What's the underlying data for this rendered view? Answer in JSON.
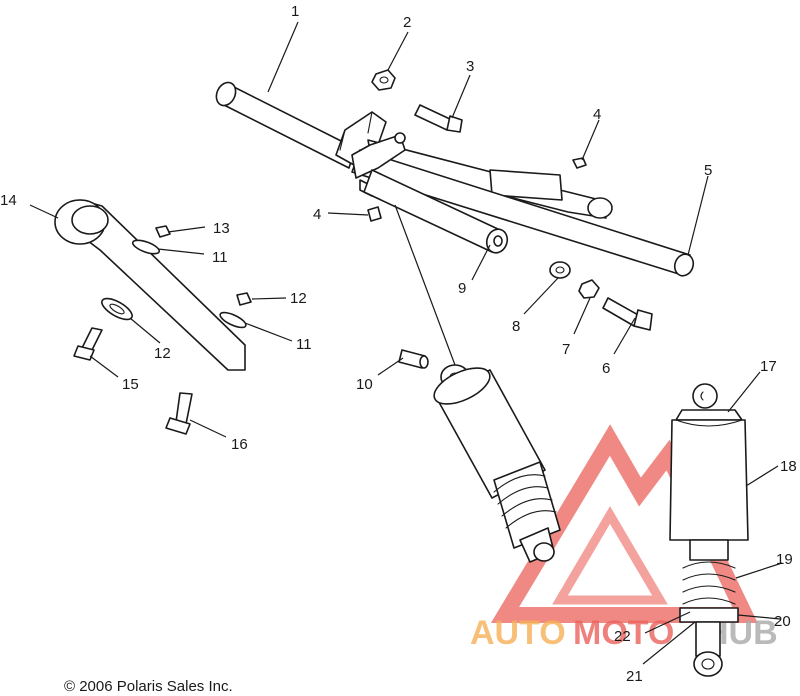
{
  "callouts": [
    {
      "id": "1",
      "label": "1"
    },
    {
      "id": "2",
      "label": "2"
    },
    {
      "id": "3",
      "label": "3"
    },
    {
      "id": "4a",
      "label": "4"
    },
    {
      "id": "4b",
      "label": "4"
    },
    {
      "id": "5",
      "label": "5"
    },
    {
      "id": "6",
      "label": "6"
    },
    {
      "id": "7",
      "label": "7"
    },
    {
      "id": "8",
      "label": "8"
    },
    {
      "id": "9",
      "label": "9"
    },
    {
      "id": "10",
      "label": "10"
    },
    {
      "id": "11a",
      "label": "11"
    },
    {
      "id": "11b",
      "label": "11"
    },
    {
      "id": "12a",
      "label": "12"
    },
    {
      "id": "12b",
      "label": "12"
    },
    {
      "id": "13",
      "label": "13"
    },
    {
      "id": "14",
      "label": "14"
    },
    {
      "id": "15",
      "label": "15"
    },
    {
      "id": "16",
      "label": "16"
    },
    {
      "id": "17",
      "label": "17"
    },
    {
      "id": "18",
      "label": "18"
    },
    {
      "id": "19",
      "label": "19"
    },
    {
      "id": "20",
      "label": "20"
    },
    {
      "id": "21",
      "label": "21"
    },
    {
      "id": "22",
      "label": "22"
    }
  ],
  "copyright": "© 2006 Polaris Sales Inc.",
  "watermark": {
    "auto": "AUTO",
    "moto": "MOTO",
    "hub": "HUB"
  },
  "colors": {
    "line": "#1a1a1a",
    "watermark_red": "#e8473f",
    "watermark_orange": "#f5a23a",
    "watermark_gray": "#9a9a9a"
  }
}
